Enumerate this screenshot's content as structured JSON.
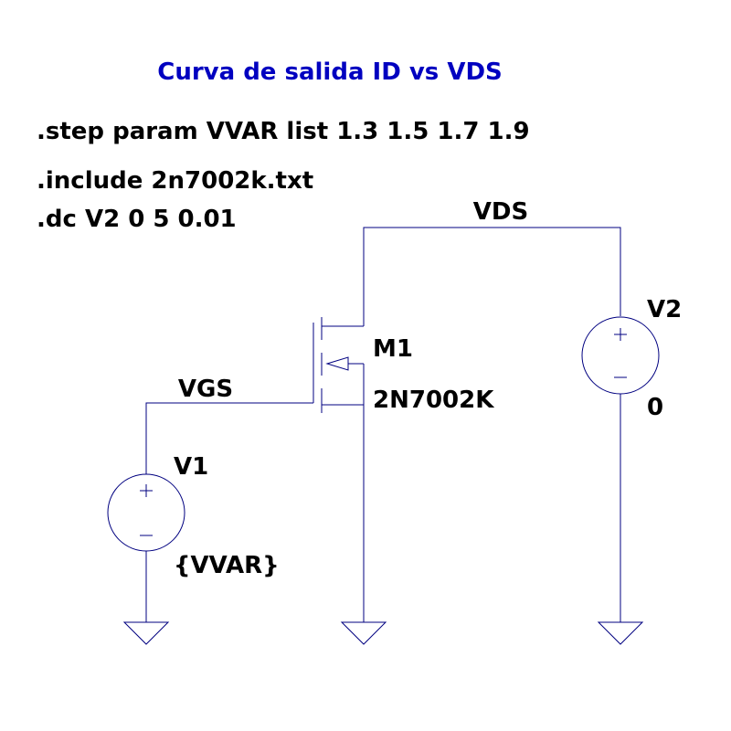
{
  "title": "Curva de salida ID vs VDS",
  "directives": {
    "step": ".step param VVAR list 1.3 1.5 1.7 1.9",
    "include": ".include 2n7002k.txt",
    "dc": ".dc V2 0 5 0.01"
  },
  "nets": {
    "vds": "VDS",
    "vgs": "VGS"
  },
  "components": {
    "m1": {
      "name": "M1",
      "model": "2N7002K"
    },
    "v1": {
      "name": "V1",
      "value": "{VVAR}"
    },
    "v2": {
      "name": "V2",
      "value": "0"
    }
  },
  "colors": {
    "wire": "#000080",
    "title": "#0000c0",
    "text": "#000000"
  },
  "icons": {
    "ground": "ground-icon",
    "source": "voltage-source-icon",
    "mosfet": "nmos-transistor-icon"
  }
}
